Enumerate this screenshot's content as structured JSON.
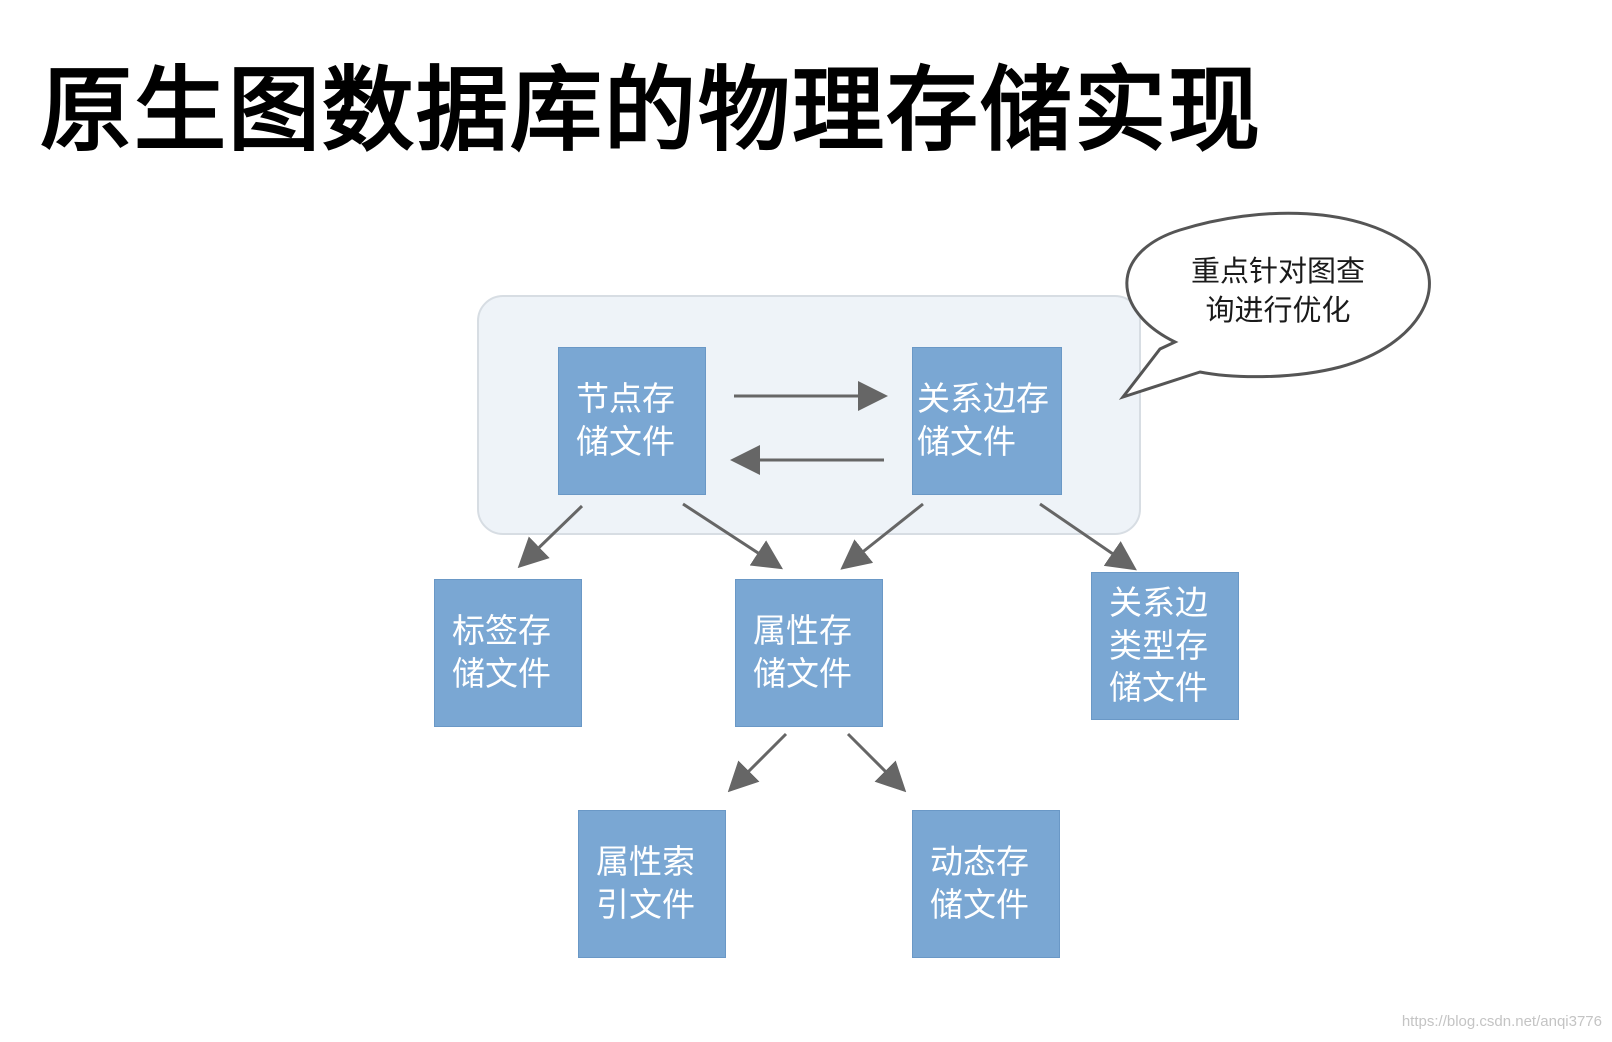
{
  "title": "原生图数据库的物理存储实现",
  "nodes": {
    "node_store": "节点存储文件",
    "rel_store": "关系边存储文件",
    "label_store": "标签存储文件",
    "prop_store": "属性存储文件",
    "rel_type_store": "关系边类型存储文件",
    "prop_index": "属性索引文件",
    "dynamic_store": "动态存储文件"
  },
  "callout": {
    "text": "重点针对图查询进行优化"
  },
  "watermark": "https://blog.csdn.net/anqi3776",
  "colors": {
    "node_fill": "#7aa7d3",
    "group_panel": "#eef3f8",
    "arrow": "#666666"
  }
}
